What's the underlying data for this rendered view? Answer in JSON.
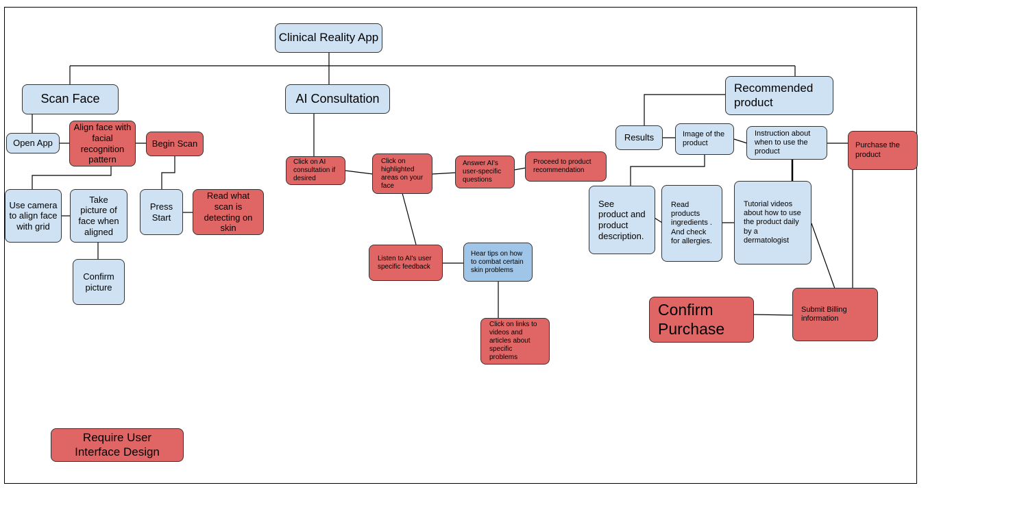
{
  "colors": {
    "blue_node": "#cfe2f3",
    "blue_node_dark": "#9fc5e8",
    "red_node": "#e06666",
    "line": "#000000"
  },
  "nodes": {
    "root": "Clinical Reality App",
    "scan_face": "Scan Face",
    "open_app": "Open App",
    "align_face": "Align face with facial recognition pattern",
    "begin_scan": "Begin Scan",
    "use_camera": "Use camera to align face with grid",
    "take_picture": "Take picture of face when aligned",
    "confirm_picture": "Confirm picture",
    "press_start": "Press Start",
    "read_scan": "Read what scan is detecting on skin",
    "ai_consultation": "AI Consultation",
    "click_ai": "Click on AI consultation if desired",
    "click_highlighted": "Click on highlighted areas on your face",
    "answer_ai": "Answer AI's user-specific questions",
    "proceed_recommendation": "Proceed to product recommendation",
    "listen_feedback": "Listen to AI's user specific feedback",
    "hear_tips": "Hear tips on how to combat certain skin problems",
    "click_links": "Click on links to videos and articles about specific problems",
    "recommended_product": "Recommended product",
    "results": "Results",
    "image_product": "Image of the product",
    "instruction": "Instruction about when to use the product",
    "purchase_product": "Purchase the product",
    "see_product": "See product and product description.",
    "read_ingredients": "Read products ingredients . And check for allergies.",
    "tutorial_videos": "Tutorial videos about how to use the product daily by a dermatologist",
    "submit_billing": "Submit Billing information",
    "confirm_purchase": "Confirm Purchase",
    "require_ui": "Require User Interface Design"
  }
}
